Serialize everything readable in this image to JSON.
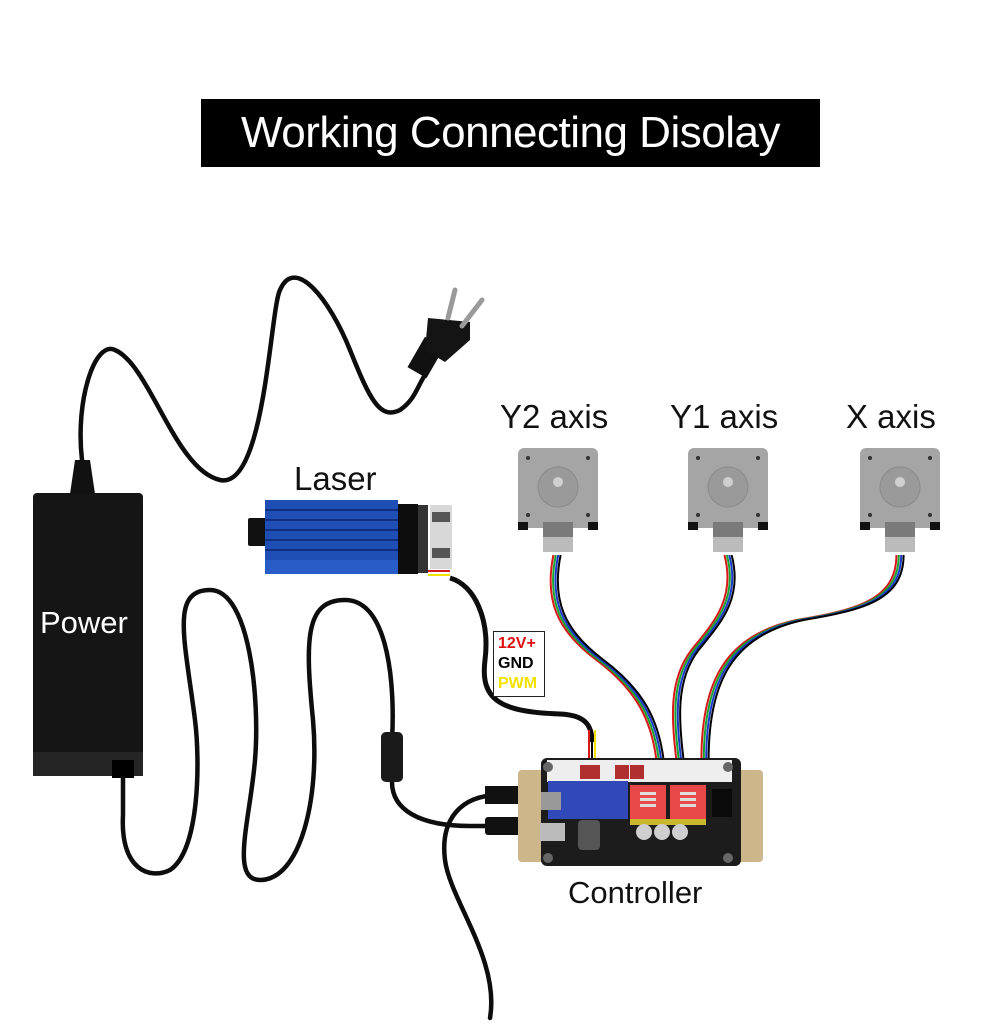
{
  "title": "Working Connecting Disolay",
  "components": {
    "power": {
      "label": "Power"
    },
    "laser": {
      "label": "Laser"
    },
    "controller": {
      "label": "Controller"
    },
    "motors": [
      {
        "label": "Y2 axis"
      },
      {
        "label": "Y1 axis"
      },
      {
        "label": "X axis"
      }
    ]
  },
  "laser_pins": [
    {
      "name": "12V+",
      "color": "#e01010"
    },
    {
      "name": "GND",
      "color": "#000000"
    },
    {
      "name": "PWM",
      "color": "#f2e200"
    }
  ],
  "wire_colors": [
    "#d81818",
    "#18a030",
    "#1838c8",
    "#000000"
  ],
  "colors": {
    "background": "#ffffff",
    "title_bg": "#000000",
    "title_text": "#ffffff",
    "cable": "#0d0d0d",
    "laser_body": "#1f4fb5",
    "motor_body": "#a5a5a5",
    "controller_base": "#cdb68a",
    "driver_board": "#e84848",
    "usb_board": "#3048b8"
  }
}
